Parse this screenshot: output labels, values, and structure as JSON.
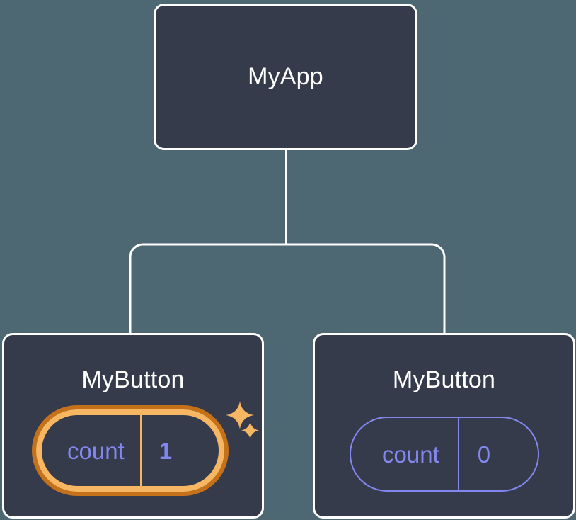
{
  "diagram": {
    "type": "component-tree",
    "background_color": "#4D6873",
    "card_color": "#353B4A",
    "card_border_color": "#FFFFFF",
    "edge_color": "#FFFFFF",
    "state_color": "#8287EE",
    "highlight_outer_color": "#C4711A",
    "highlight_inner_color": "#F6B662",
    "sparkle_color": "#F6B662"
  },
  "root": {
    "label": "MyApp"
  },
  "children": [
    {
      "label": "MyButton",
      "highlighted": true,
      "state": {
        "key": "count",
        "value": "1"
      },
      "sparkles": [
        "sparkle-large",
        "sparkle-small"
      ]
    },
    {
      "label": "MyButton",
      "highlighted": false,
      "state": {
        "key": "count",
        "value": "0"
      }
    }
  ]
}
